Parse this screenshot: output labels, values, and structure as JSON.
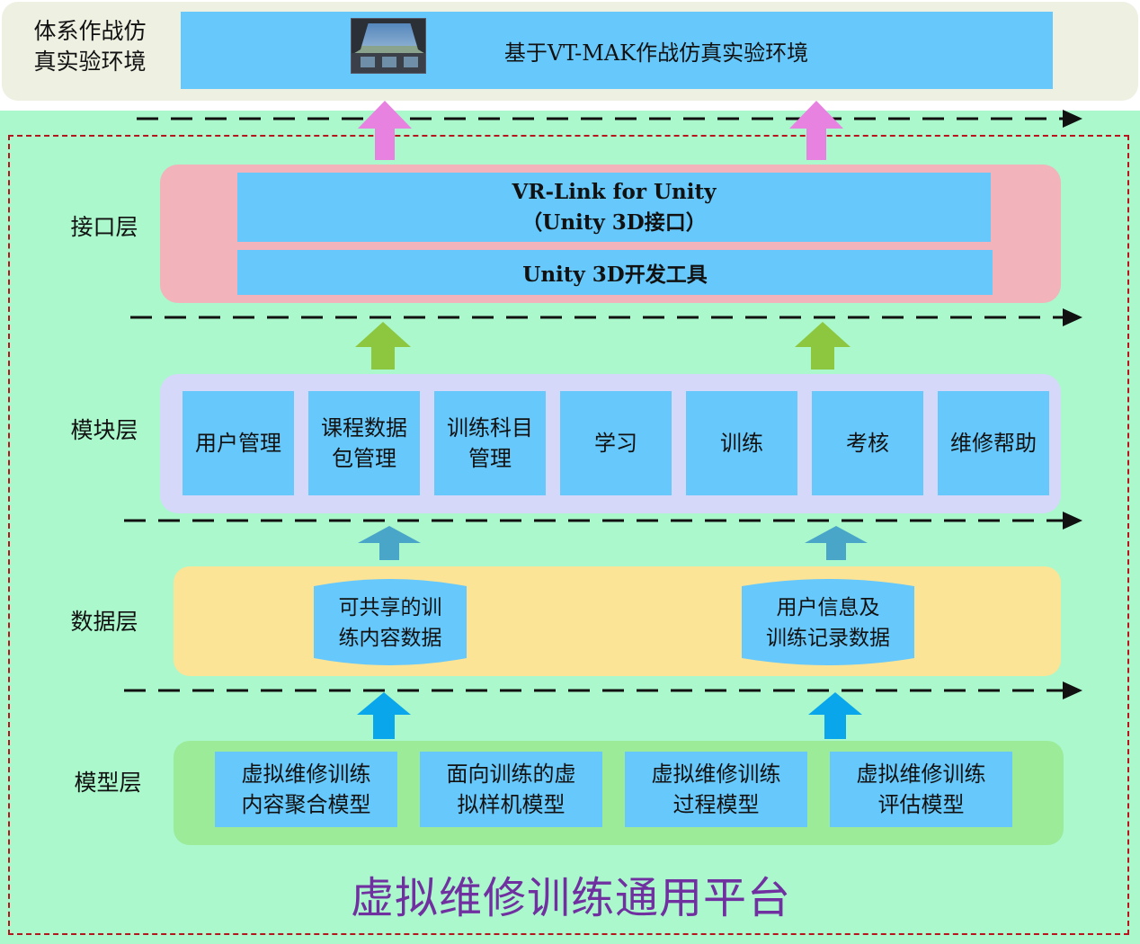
{
  "top": {
    "label_line1": "体系作战仿",
    "label_line2": "真实验环境",
    "bar_text": "基于VT-MAK作战仿真实验环境"
  },
  "interface_layer": {
    "label": "接口层",
    "vrlink_line1": "VR-Link for Unity",
    "vrlink_line2": "（Unity 3D接口）",
    "unity_tool": "Unity 3D开发工具"
  },
  "module_layer": {
    "label": "模块层",
    "modules": [
      {
        "line1": "用户管理",
        "line2": ""
      },
      {
        "line1": "课程数据",
        "line2": "包管理"
      },
      {
        "line1": "训练科目",
        "line2": "管理"
      },
      {
        "line1": "学习",
        "line2": ""
      },
      {
        "line1": "训练",
        "line2": ""
      },
      {
        "line1": "考核",
        "line2": ""
      },
      {
        "line1": "维修帮助",
        "line2": ""
      }
    ]
  },
  "data_layer": {
    "label": "数据层",
    "stores": [
      {
        "line1": "可共享的训",
        "line2": "练内容数据"
      },
      {
        "line1": "用户信息及",
        "line2": "训练记录数据"
      }
    ]
  },
  "model_layer": {
    "label": "模型层",
    "models": [
      {
        "line1": "虚拟维修训练",
        "line2": "内容聚合模型"
      },
      {
        "line1": "面向训练的虚",
        "line2": "拟样机模型"
      },
      {
        "line1": "虚拟维修训练",
        "line2": "过程模型"
      },
      {
        "line1": "虚拟维修训练",
        "line2": "评估模型"
      }
    ]
  },
  "platform_title": "虚拟维修训练通用平台",
  "colors": {
    "box_blue": "#66c8fb",
    "arrow_magenta": "#e882e0",
    "arrow_green": "#8dc63f",
    "arrow_teal": "#4aa6c9",
    "arrow_blue": "#0aa6ec",
    "title_purple": "#7030a0",
    "border_red": "#b8141d"
  }
}
